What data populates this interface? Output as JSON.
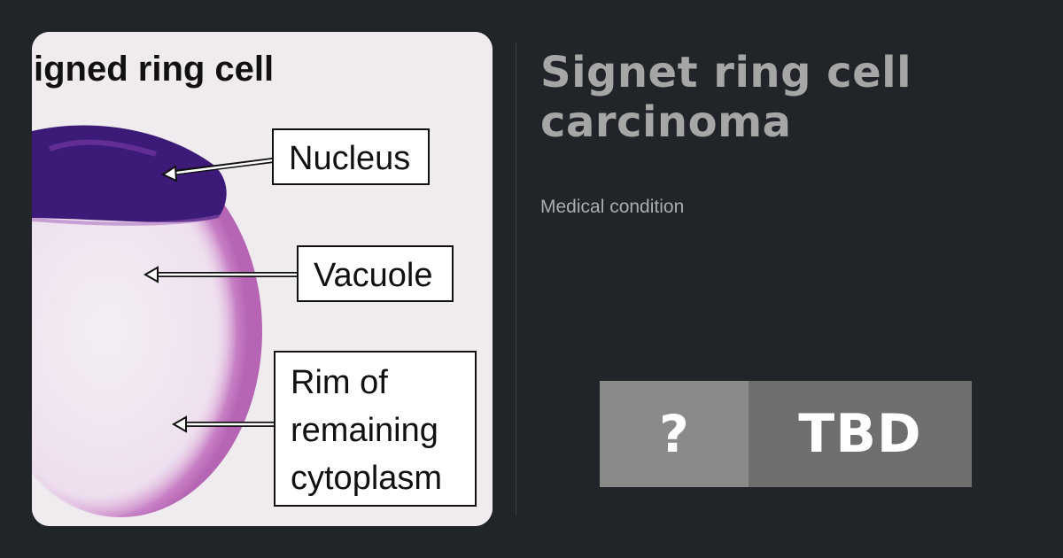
{
  "condition": {
    "title": "Signet ring cell carcinoma",
    "subtitle": "Medical condition"
  },
  "image": {
    "heading": "igned ring cell",
    "labels": {
      "nucleus": "Nucleus",
      "vacuole": "Vacuole",
      "rim_line1": "Rim of",
      "rim_line2": "remaining",
      "rim_line3": "cytoplasm"
    }
  },
  "badge": {
    "icon": "?",
    "text": "TBD"
  },
  "colors": {
    "background": "#212428",
    "title": "#a6a6a6",
    "badge_left": "#8a8a8a",
    "badge_right": "#6e6e6e",
    "nucleus": "#3b1a78",
    "cytoplasm": "#c98bc8"
  }
}
